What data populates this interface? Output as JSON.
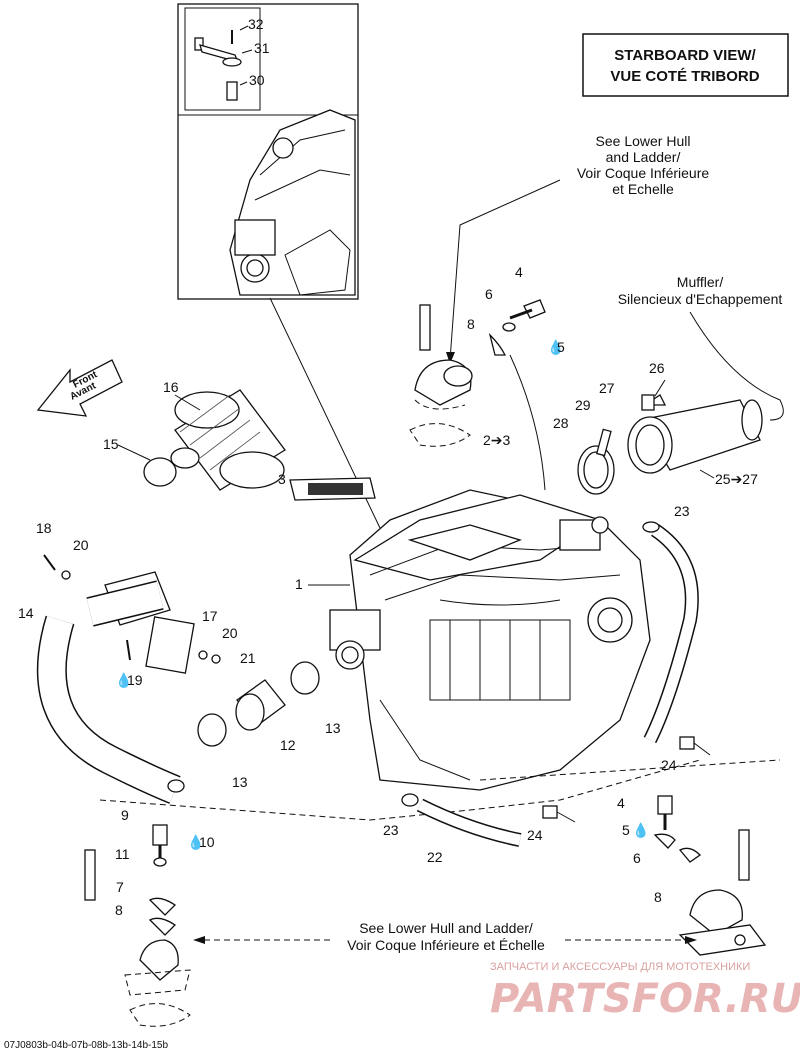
{
  "title": {
    "line1": "STARBOARD VIEW/",
    "line2": "VUE COTÉ TRIBORD"
  },
  "direction": {
    "line1": "Front",
    "line2": "Avant"
  },
  "notes": {
    "lower_hull_top": [
      "See Lower Hull",
      "and Ladder/",
      "Voir Coque Inférieure",
      "et Echelle"
    ],
    "muffler": [
      "Muffler/",
      "Silencieux d'Echappement"
    ],
    "lower_hull_bottom": [
      "See Lower Hull and Ladder/",
      "Voir Coque Inférieure et Échelle"
    ]
  },
  "callouts": {
    "c32": "32",
    "c31": "31",
    "c30": "30",
    "c4a": "4",
    "c6a": "6",
    "c8a": "8",
    "c5a": "5",
    "c23": "3",
    "c26": "26",
    "c27": "27",
    "c29": "29",
    "c28": "28",
    "c2527": "25➔27",
    "c16": "16",
    "c15": "15",
    "c3": "3",
    "c23a": "23",
    "c1": "1",
    "c18": "18",
    "c20a": "20",
    "c14": "14",
    "c17": "17",
    "c20b": "20",
    "c21": "21",
    "c19": "19",
    "c12": "12",
    "c13a": "13",
    "c13b": "13",
    "c24a": "24",
    "c9": "9",
    "c10": "10",
    "c11": "11",
    "c7": "7",
    "c8b": "8",
    "c23b": "23",
    "c22": "22",
    "c24b": "24",
    "c4b": "4",
    "c5b": "5",
    "c6b": "6",
    "c8c": "8"
  },
  "arrow_23": "2➔3",
  "sealant_icon": "drop-icon",
  "drawing_code": "07J0803b-04b-07b-08b-13b-14b-15b",
  "watermark": {
    "line1": "ЗАПЧАСТИ И АКСЕССУАРЫ ДЛЯ МОТОТЕХНИКИ",
    "line2": "PARTSFOR.RU"
  }
}
